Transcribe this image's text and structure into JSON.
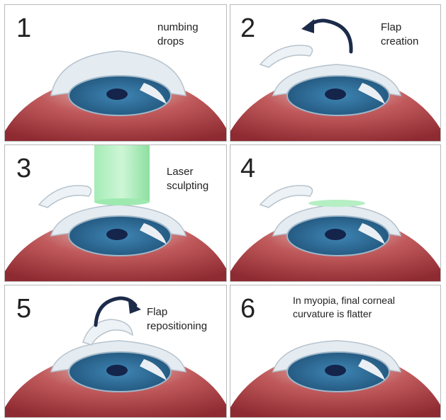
{
  "panels": [
    {
      "number": "1",
      "caption": "numbing\ndrops",
      "stage": "drops"
    },
    {
      "number": "2",
      "caption": "Flap\ncreation",
      "stage": "flap-open"
    },
    {
      "number": "3",
      "caption": "Laser\nsculpting",
      "stage": "laser"
    },
    {
      "number": "4",
      "caption": "",
      "stage": "sculpted"
    },
    {
      "number": "5",
      "caption": "Flap\nrepositioning",
      "stage": "flap-close"
    },
    {
      "number": "6",
      "caption": "In myopia, final corneal\ncurvature is flatter",
      "stage": "final"
    }
  ],
  "colors": {
    "eyeball": "#a9393f",
    "iris": "#2d6a94",
    "pupil": "#15244a",
    "cornea": "#dfe7ee",
    "laser": "#7fe39a",
    "arrow": "#1d2b4a"
  }
}
